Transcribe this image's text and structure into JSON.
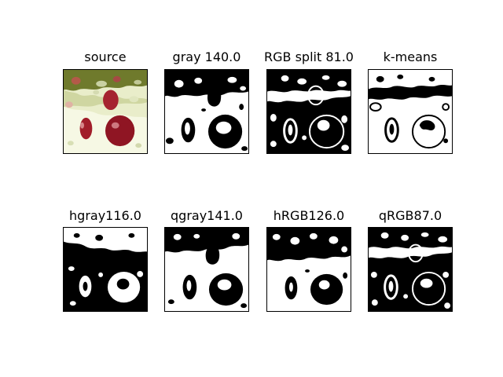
{
  "figure": {
    "panels": [
      {
        "title": "source",
        "kind": "source"
      },
      {
        "title": "gray 140.0",
        "kind": "gray"
      },
      {
        "title": "RGB split 81.0",
        "kind": "rgb-split"
      },
      {
        "title": "k-means",
        "kind": "kmeans"
      },
      {
        "title": "hgray116.0",
        "kind": "hgray"
      },
      {
        "title": "qgray141.0",
        "kind": "qgray"
      },
      {
        "title": "hRGB126.0",
        "kind": "hrgb"
      },
      {
        "title": "qRGB87.0",
        "kind": "qrgb"
      }
    ],
    "colors": {
      "foreground": "#000000",
      "background": "#ffffff",
      "source_leaf": "#6f7a2c",
      "source_pale": "#e9edca",
      "source_cherry": "#8f1523"
    }
  }
}
